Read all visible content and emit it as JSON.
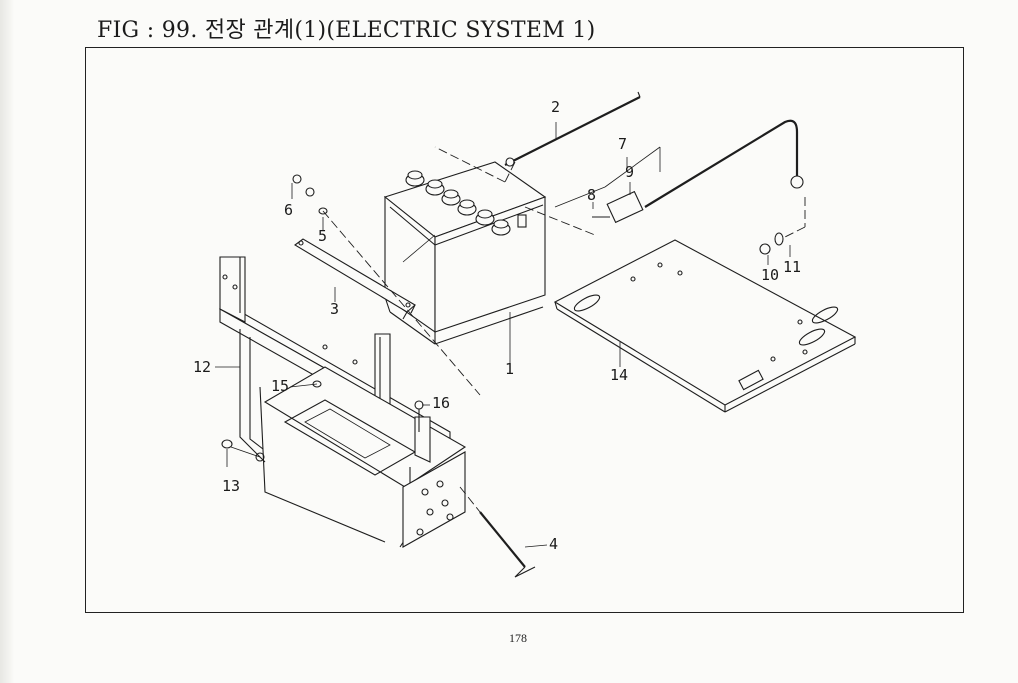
{
  "title": "FIG : 99. 전장 관계(1)(ELECTRIC SYSTEM 1)",
  "page_number": "178",
  "diagram": {
    "callouts": [
      "1",
      "2",
      "3",
      "4",
      "5",
      "6",
      "7",
      "8",
      "9",
      "10",
      "11",
      "12",
      "13",
      "14",
      "15",
      "16"
    ]
  }
}
